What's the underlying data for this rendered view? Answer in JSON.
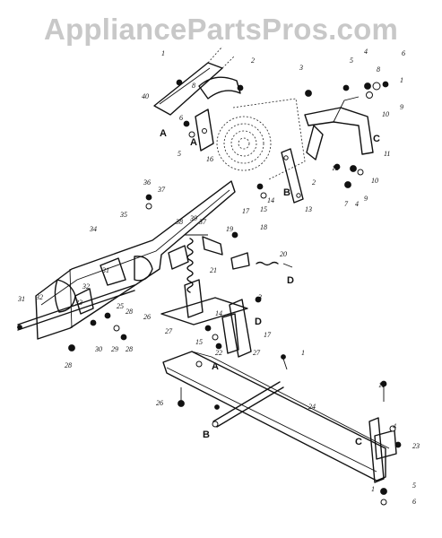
{
  "watermark": "AppliancePartsPros.com",
  "callouts": [
    "1",
    "2",
    "3",
    "4",
    "5",
    "6",
    "7",
    "8",
    "9",
    "10",
    "11",
    "12",
    "13",
    "14",
    "15",
    "16",
    "17",
    "18",
    "19",
    "20",
    "21",
    "22",
    "23",
    "24",
    "25",
    "26",
    "27",
    "28",
    "29",
    "30",
    "31",
    "32",
    "33",
    "34",
    "35",
    "36",
    "37",
    "38",
    "39",
    "40"
  ],
  "reference_letters": [
    "A",
    "B",
    "C",
    "D"
  ]
}
